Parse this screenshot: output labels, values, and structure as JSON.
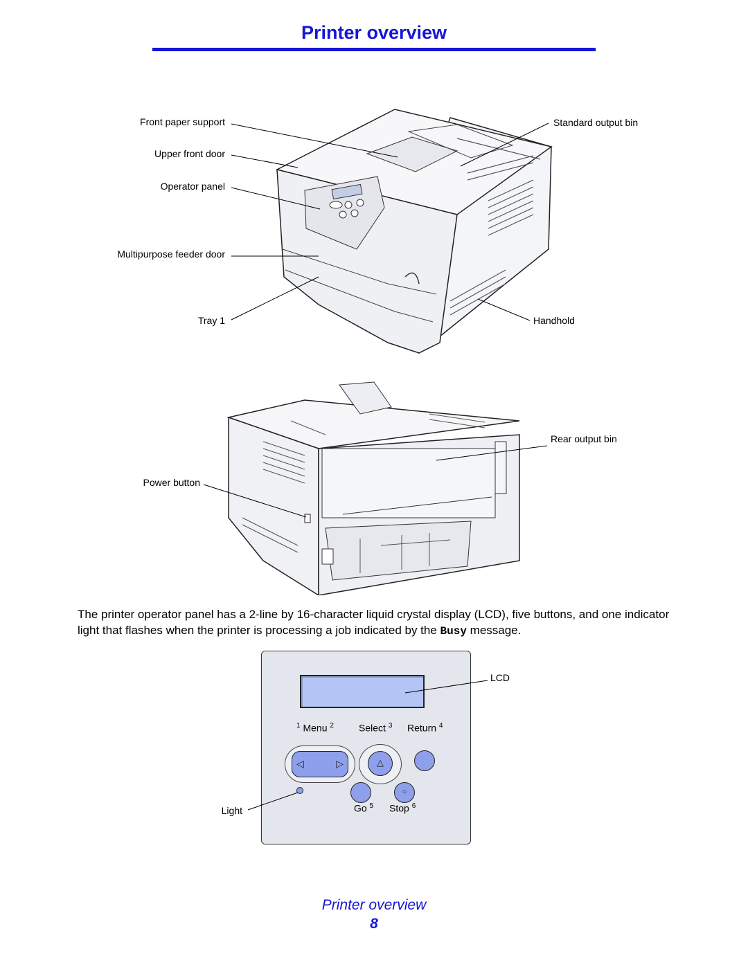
{
  "header": {
    "title": "Printer overview"
  },
  "front_view": {
    "labels": {
      "front_paper_support": "Front paper support",
      "upper_front_door": "Upper front door",
      "operator_panel": "Operator panel",
      "multipurpose_feeder_door": "Multipurpose feeder door",
      "tray_1": "Tray 1",
      "standard_output_bin": "Standard output bin",
      "handhold": "Handhold"
    }
  },
  "rear_view": {
    "labels": {
      "rear_output_bin": "Rear output bin",
      "power_button": "Power button"
    }
  },
  "body_text": {
    "before": "The printer operator panel has a 2-line by 16-character liquid crystal display (LCD), five buttons, and one indicator light that flashes when the printer is processing a job indicated by the ",
    "code": "Busy",
    "after": " message."
  },
  "operator_panel": {
    "lcd_label": "LCD",
    "light_label": "Light",
    "buttons": {
      "menu": {
        "num": "1",
        "label": "Menu",
        "num2": "2"
      },
      "select": {
        "label": "Select",
        "num": "3"
      },
      "return": {
        "label": "Return",
        "num": "4"
      },
      "go": {
        "label": "Go",
        "num": "5"
      },
      "stop": {
        "label": "Stop",
        "num": "6"
      }
    },
    "colors": {
      "panel": "#e3e6ec",
      "lcd": "#b4c4f4",
      "button": "#8ea0ec"
    }
  },
  "footer": {
    "title": "Printer overview",
    "page_number": "8"
  }
}
